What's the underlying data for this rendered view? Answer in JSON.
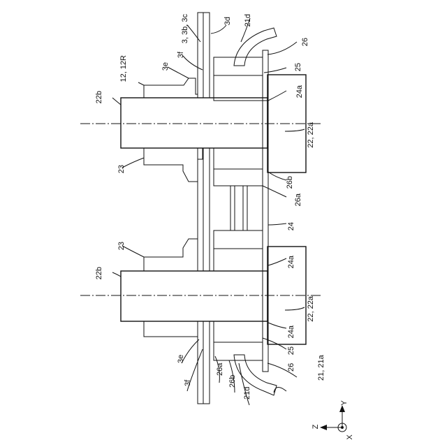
{
  "figure": {
    "labels": {
      "l_3d": "3d",
      "l_21d_top": "21d",
      "l_3_3b_3c": "3, 3b, 3c",
      "l_26_top": "26",
      "l_3f_top": "3f",
      "l_3e_top": "3e",
      "l_25_top": "25",
      "l_12_12r": "12, 12R",
      "l_24a_top": "24a",
      "l_22b_top": "22b",
      "l_22_22a_top": "22, 22a",
      "l_23_top": "23",
      "l_26b_mid": "26b",
      "l_26a_mid": "26a",
      "l_24": "24",
      "l_23_bot": "23",
      "l_24a_mid": "24a",
      "l_22b_bot": "22b",
      "l_22_22a_bot": "22, 22a",
      "l_24a_bot": "24a",
      "l_25_bot": "25",
      "l_3e_bot": "3e",
      "l_26_bot": "26",
      "l_3f_bot": "3f",
      "l_26a_bot": "26a",
      "l_26b_bot": "26b",
      "l_21d_bot": "21d",
      "l_21_21a": "21, 21a"
    },
    "axes": {
      "z": "Z",
      "y": "Y",
      "x": "X"
    }
  }
}
